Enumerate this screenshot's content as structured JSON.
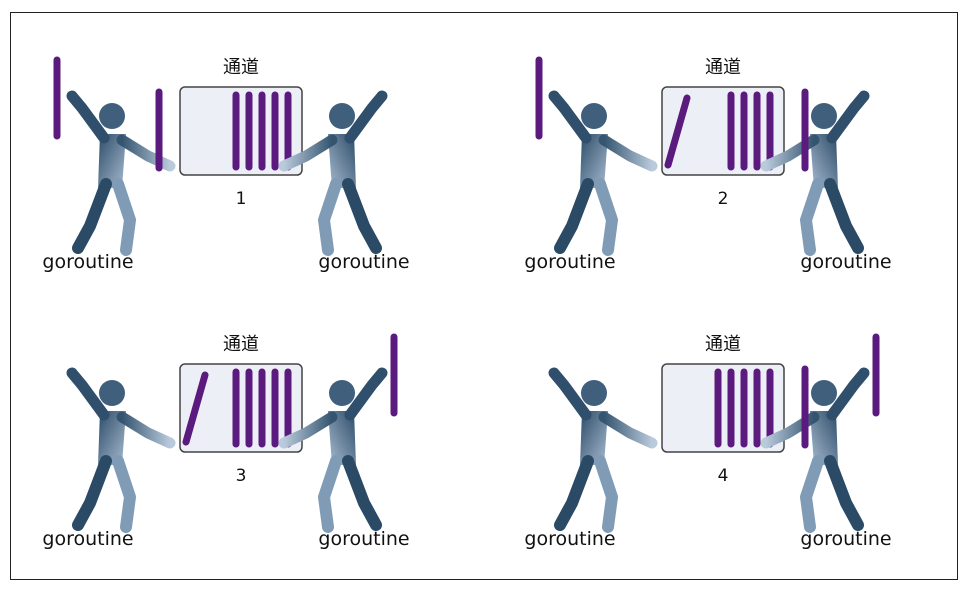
{
  "channel_label": "通道",
  "goroutine_label": "goroutine",
  "colors": {
    "frame_border": "#222222",
    "channel_fill": "#eceff5",
    "channel_border": "#444444",
    "bar": "#5b1a7e",
    "figure_dark": "#2b4a66",
    "figure_light": "#a9bdd2"
  },
  "panels": [
    {
      "number": "1",
      "channel_bars": 5,
      "moving_bar_in_channel": false,
      "left_holds_bar": true,
      "right_holds_bar": false,
      "left_side_bar": true,
      "right_side_bar": false
    },
    {
      "number": "2",
      "channel_bars": 4,
      "moving_bar_in_channel": true,
      "left_holds_bar": true,
      "right_holds_bar": false,
      "left_side_bar": false,
      "right_side_bar": true
    },
    {
      "number": "3",
      "channel_bars": 5,
      "moving_bar_in_channel": true,
      "left_holds_bar": false,
      "right_holds_bar": true,
      "left_side_bar": false,
      "right_side_bar": false
    },
    {
      "number": "4",
      "channel_bars": 5,
      "moving_bar_in_channel": false,
      "left_holds_bar": false,
      "right_holds_bar": true,
      "left_side_bar": false,
      "right_side_bar": true
    }
  ]
}
